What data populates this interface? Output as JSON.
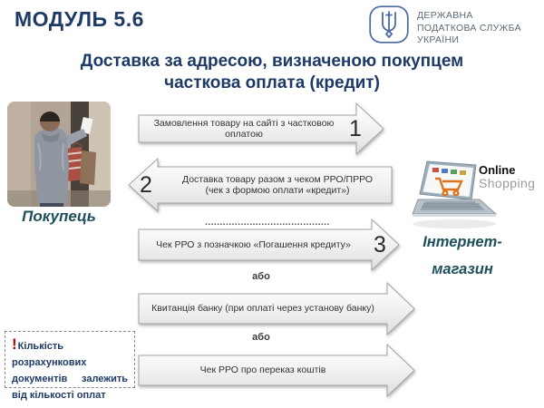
{
  "header": {
    "module": "МОДУЛЬ 5.6",
    "agency": {
      "line1": "ДЕРЖАВНА",
      "line2": "ПОДАТКОВА СЛУЖБА",
      "line3": "УКРАЇНИ"
    }
  },
  "title": {
    "line1": "Доставка за адресою, визначеною покупцем",
    "line2": "часткова оплата (кредит)"
  },
  "actors": {
    "buyer": {
      "label": "Покупець"
    },
    "shop": {
      "label_line1": "Інтернет-",
      "label_line2": "магазин",
      "brand_bold": "Online",
      "brand_light": "Shopping"
    }
  },
  "flow": {
    "or_label": "або",
    "dots": "..........................................",
    "steps": [
      {
        "number": "1",
        "direction": "right",
        "text": "Замовлення товару  на сайті з частковою оплатою"
      },
      {
        "number": "2",
        "direction": "left",
        "text_line1": "Доставка товару разом з чеком РРО/ПРРО",
        "text_line2": "(чек з формою оплати «кредит»)"
      },
      {
        "number": "3",
        "direction": "right",
        "text": "Чек РРО з позначкою «Погашення кредиту»"
      },
      {
        "direction": "right",
        "text": "Квитанція банку (при оплаті через установу банку)"
      },
      {
        "direction": "right",
        "text": "Чек РРО про переказ коштів"
      }
    ]
  },
  "note": {
    "exclamation": "!",
    "text": "Кількість розрахункових документів залежить від кількості оплат"
  },
  "colors": {
    "title_navy": "#1e3a66",
    "actor_teal": "#1d4f5c",
    "logo_blue": "#4a69a0",
    "note_red": "#c00000",
    "arrow_border": "#a3a3a3",
    "arrow_fill_light": "#ffffff",
    "arrow_fill_dark": "#dedede",
    "cart_orange": "#e0731d"
  }
}
